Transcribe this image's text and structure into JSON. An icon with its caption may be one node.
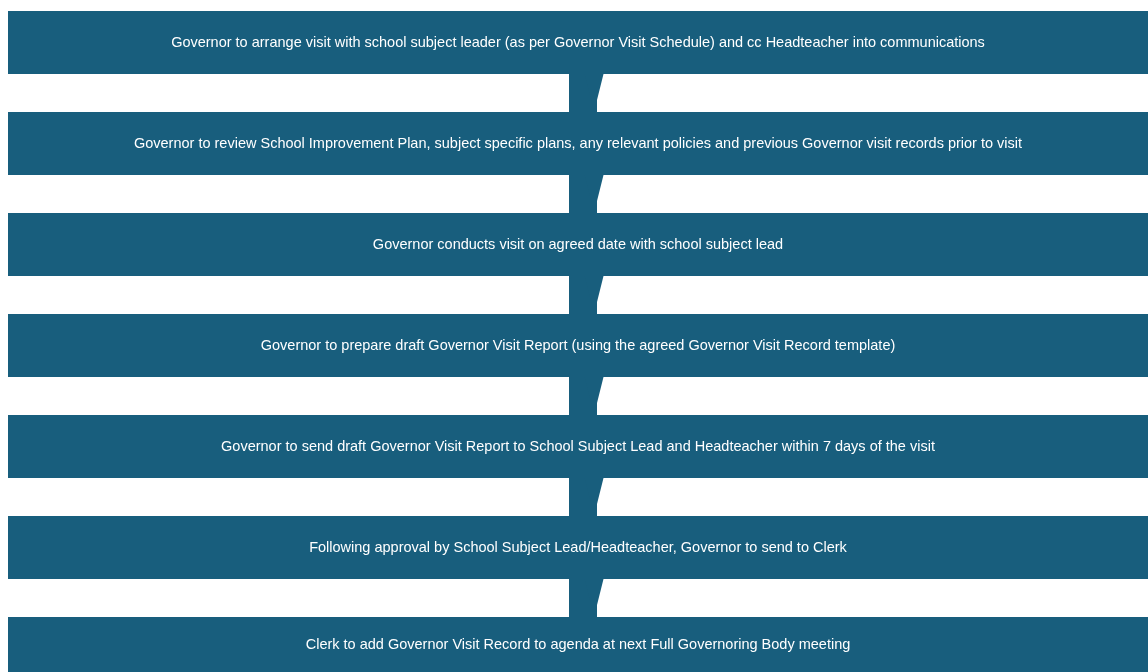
{
  "diagram": {
    "nodes": [
      {
        "text": [
          "Governor to arrange visit with school subject leader (as per Governor Visit Schedule) and cc Headteacher into communications"
        ]
      },
      {
        "text": [
          "Governor to review School Improvement Plan, subject specific plans, any relevant policies and previous Governor visit records prior to visit"
        ]
      },
      {
        "text": [
          "Governor conducts visit on agreed date with school subject lead"
        ]
      },
      {
        "text": [
          "Governor to prepare draft Governor Visit Report (using the agreed Governor Visit Record template)"
        ]
      },
      {
        "text": [
          "Governor to send draft Governor Visit Report to School Subject Lead and Headteacher within 7 days of the visit"
        ]
      },
      {
        "text": [
          "Following approval by School Subject Lead/Headteacher, Governor to send to Clerk"
        ]
      },
      {
        "text": [
          "Clerk to add Governor Visit Record to agenda at next Full Governoring Body meeting"
        ]
      }
    ],
    "edges": [
      {
        "from": 0,
        "to": 1,
        "arrow": "to"
      },
      {
        "from": 1,
        "to": 2,
        "arrow": "to"
      },
      {
        "from": 2,
        "to": 3,
        "arrow": "to"
      },
      {
        "from": 3,
        "to": 4,
        "arrow": "to"
      },
      {
        "from": 4,
        "to": 5,
        "arrow": "to"
      },
      {
        "from": 5,
        "to": 6,
        "arrow": "to"
      }
    ]
  }
}
